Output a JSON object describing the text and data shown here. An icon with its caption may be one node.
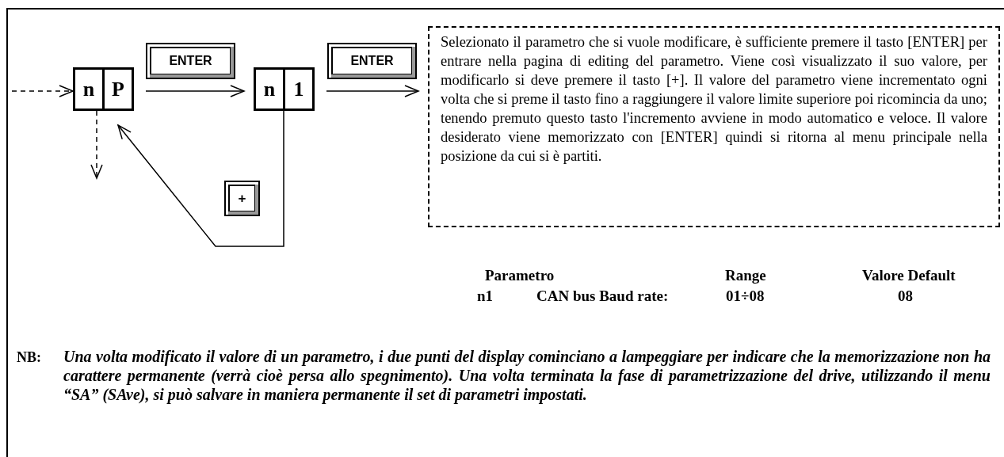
{
  "diagram": {
    "nodes": [
      {
        "text": [
          "n",
          "P"
        ]
      },
      {
        "text": [
          "n",
          "1"
        ]
      },
      {
        "text": [
          "ENTER"
        ]
      },
      {
        "text": [
          "ENTER"
        ]
      },
      {
        "text": [
          "+"
        ]
      },
      {
        "text": [
          "Selezionato il parametro che si vuole modificare, è sufficiente premere il tasto [ENTER] per entrare nella pagina di editing del parametro. Viene così visualizzato il suo valore, per modificarlo si deve premere il tasto [+]. Il valore del parametro viene incrementato ogni volta che si preme il tasto fino a raggiungere il valore limite superiore poi ricomincia da uno; tenendo premuto questo tasto l'incremento  avviene in modo automatico e veloce. Il valore desiderato viene memorizzato con [ENTER] quindi si ritorna al menu principale nella posizione da cui si è partiti."
        ]
      }
    ],
    "edges": [
      {
        "from": null,
        "to": 0,
        "arrow": "to",
        "style": "dashed"
      },
      {
        "from": 0,
        "to": null,
        "arrow": "to",
        "style": "dashed"
      },
      {
        "from": 0,
        "to": 1,
        "arrow": "to"
      },
      {
        "from": 1,
        "to": 5,
        "arrow": "to"
      },
      {
        "from": 1,
        "to": 0,
        "arrow": "to"
      }
    ],
    "labels": [
      "Parametro",
      "Range",
      "Valore Default",
      "n1",
      "CAN bus Baud rate:",
      "01÷08",
      "08",
      "NB:",
      "Una volta modificato il valore di un parametro, i due punti del display cominciano a lampeggiare  per indicare che la memorizzazione non ha carattere permanente (verrà cioè persa allo spegnimento). Una volta terminata la fase di parametrizzazione del drive, utilizzando il menu “SA” (SAve), si può salvare in maniera permanente il set di parametri impostati."
    ]
  }
}
